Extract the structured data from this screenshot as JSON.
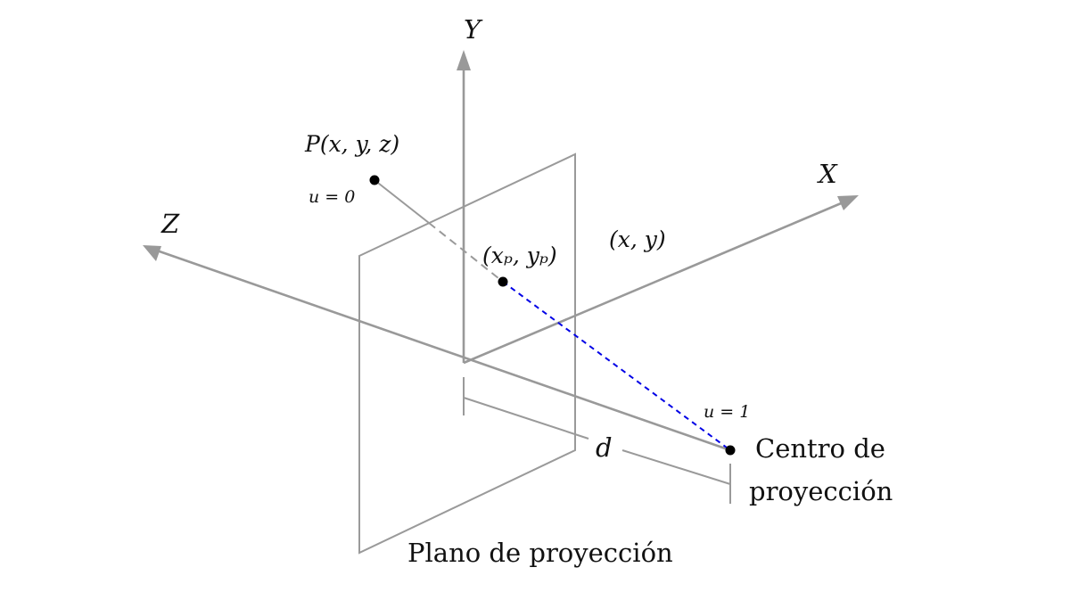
{
  "axes": {
    "y": "Y",
    "x": "X",
    "z": "Z"
  },
  "point_p": "P(x, y, z)",
  "param_u0": "u = 0",
  "projected_point": "(xₚ, yₚ)",
  "plane_coords": "(x, y)",
  "param_u1": "u = 1",
  "distance_label": "d",
  "center_label_line1": "Centro de",
  "center_label_line2": "proyección",
  "plane_label": "Plano de proyección",
  "colors": {
    "axis": "#999999",
    "projector": "#0000e6",
    "point": "#000000"
  }
}
